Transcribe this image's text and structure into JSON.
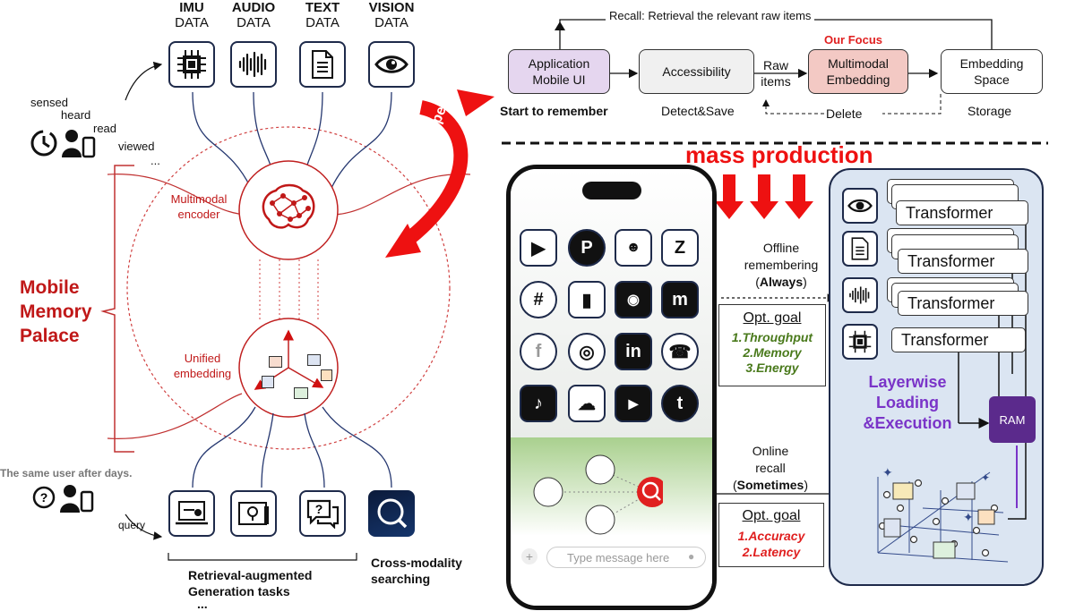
{
  "left": {
    "modalities": [
      {
        "name": "IMU",
        "sub": "DATA",
        "icon": "chip-icon"
      },
      {
        "name": "AUDIO",
        "sub": "DATA",
        "icon": "waveform-icon"
      },
      {
        "name": "TEXT",
        "sub": "DATA",
        "icon": "document-icon"
      },
      {
        "name": "VISION",
        "sub": "DATA",
        "icon": "eye-icon"
      }
    ],
    "sense_words": [
      "sensed",
      "heard",
      "read",
      "viewed",
      "..."
    ],
    "palace_title": [
      "Mobile",
      "Memory",
      "Palace"
    ],
    "encoder_label": [
      "Multimodal",
      "encoder"
    ],
    "embedding_label": [
      "Unified",
      "embedding"
    ],
    "same_user": "The same user after days.",
    "query": "query",
    "rag_label": [
      "Retrieval-augmented",
      "Generation tasks",
      "..."
    ],
    "cross_label": [
      "Cross-modality",
      "searching"
    ],
    "prototype": "Prototype"
  },
  "pipeline": {
    "recall": "Recall: Retrieval the relevant raw items",
    "app_box": [
      "Application",
      "Mobile UI"
    ],
    "start": "Start to remember",
    "access_box": "Accessibility",
    "detect": "Detect&Save",
    "raw_items": [
      "Raw",
      "items"
    ],
    "focus": "Our Focus",
    "mm_box": [
      "Multimodal",
      "Embedding"
    ],
    "delete": "Delete",
    "space_box": [
      "Embedding",
      "Space"
    ],
    "storage": "Storage"
  },
  "bottom": {
    "mass": "mass production",
    "offline": [
      "Offline",
      "remembering",
      "(",
      "Always",
      ")"
    ],
    "goal_title": "Opt. goal",
    "offline_goals": [
      "1.Throughput",
      "2.Memory",
      "3.Energy"
    ],
    "online": [
      "Online",
      "recall",
      "(",
      "Sometimes",
      ")"
    ],
    "online_goals": [
      "1.Accuracy",
      "2.Latency"
    ],
    "transformer": "Transformer",
    "layerwise": [
      "Layerwise",
      "Loading",
      "&Execution"
    ],
    "ram": "RAM",
    "message_placeholder": "Type message here",
    "colors": {
      "red": "#e02020",
      "green": "#4a7a1c",
      "purple": "#7a34c8",
      "ram": "#5b2a8c"
    }
  }
}
